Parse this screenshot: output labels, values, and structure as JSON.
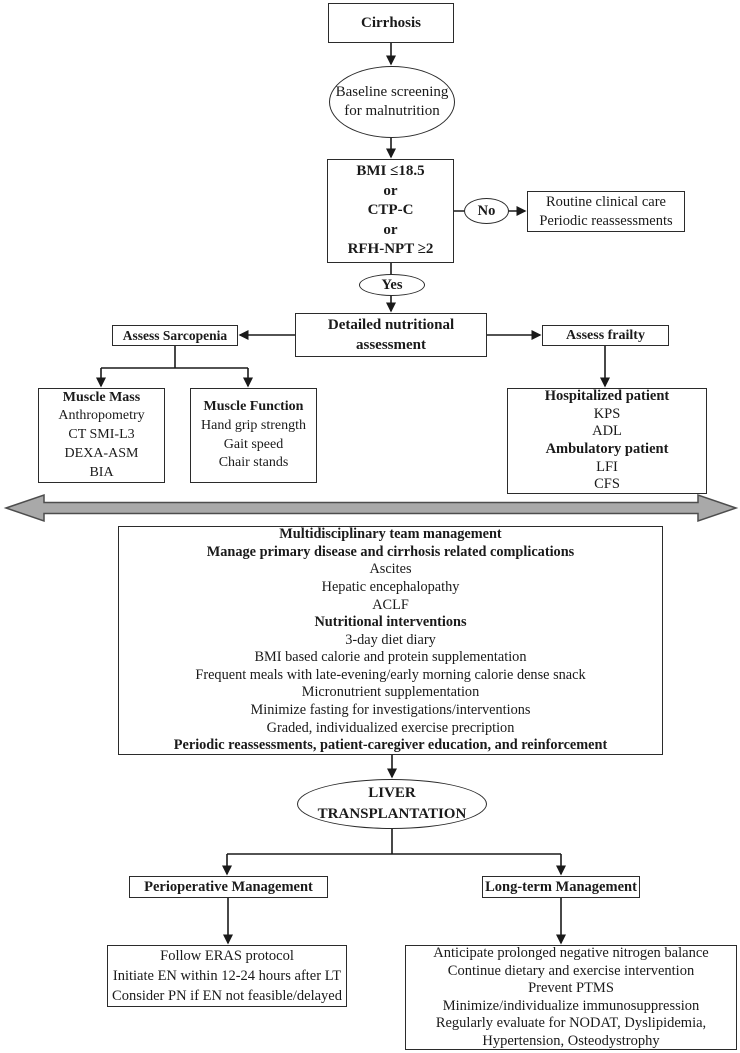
{
  "diagram": {
    "title_node": {
      "label": "Cirrhosis"
    },
    "baseline_screening": {
      "line1": "Baseline screening",
      "line2": "for malnutrition"
    },
    "screening_criteria": {
      "lines": [
        "BMI ≤18.5",
        "or",
        "CTP-C",
        "or",
        "RFH-NPT ≥2"
      ]
    },
    "decision": {
      "no_label": "No",
      "yes_label": "Yes"
    },
    "routine_care": {
      "lines": [
        "Routine clinical care",
        "Periodic reassessments"
      ]
    },
    "detailed_assessment": {
      "line1": "Detailed nutritional",
      "line2": "assessment"
    },
    "assess_sarcopenia": {
      "label": "Assess Sarcopenia"
    },
    "assess_frailty": {
      "label": "Assess frailty"
    },
    "muscle_mass": {
      "lines": [
        "Muscle Mass",
        "Anthropometry",
        "CT SMI-L3",
        "DEXA-ASM",
        "BIA"
      ]
    },
    "muscle_function": {
      "lines": [
        "Muscle Function",
        "Hand grip strength",
        "Gait speed",
        "Chair stands"
      ]
    },
    "frailty_tools": {
      "lines": [
        "Hospitalized patient",
        "KPS",
        "ADL",
        "Ambulatory patient",
        "LFI",
        "CFS"
      ]
    },
    "management": {
      "lines": [
        "Multidisciplinary team management",
        "Manage primary disease and cirrhosis related complications",
        "Ascites",
        "Hepatic encephalopathy",
        "ACLF",
        "Nutritional interventions",
        "3-day diet diary",
        "BMI based calorie and protein supplementation",
        "Frequent meals with late-evening/early morning calorie dense snack",
        "Micronutrient supplementation",
        "Minimize fasting for investigations/interventions",
        "Graded, individualized exercise precription",
        "Periodic reassessments, patient-caregiver education, and reinforcement"
      ]
    },
    "liver_transplantation": {
      "line1": "LIVER",
      "line2": "TRANSPLANTATION"
    },
    "perioperative": {
      "label": "Perioperative Management"
    },
    "long_term": {
      "label": "Long-term Management"
    },
    "perioperative_details": {
      "lines": [
        "Follow ERAS protocol",
        "Initiate EN within 12-24 hours after LT",
        "Consider PN if EN not feasible/delayed"
      ]
    },
    "long_term_details": {
      "lines": [
        "Anticipate prolonged negative nitrogen balance",
        "Continue dietary and exercise intervention",
        "Prevent PTMS",
        "Minimize/individualize immunosuppression",
        "Regularly evaluate for NODAT, Dyslipidemia,",
        "Hypertension, Osteodystrophy"
      ]
    },
    "colors": {
      "divider_fill": "#a9a9a9",
      "divider_stroke": "#4d4d4d",
      "line": "#1a1a1a"
    }
  }
}
